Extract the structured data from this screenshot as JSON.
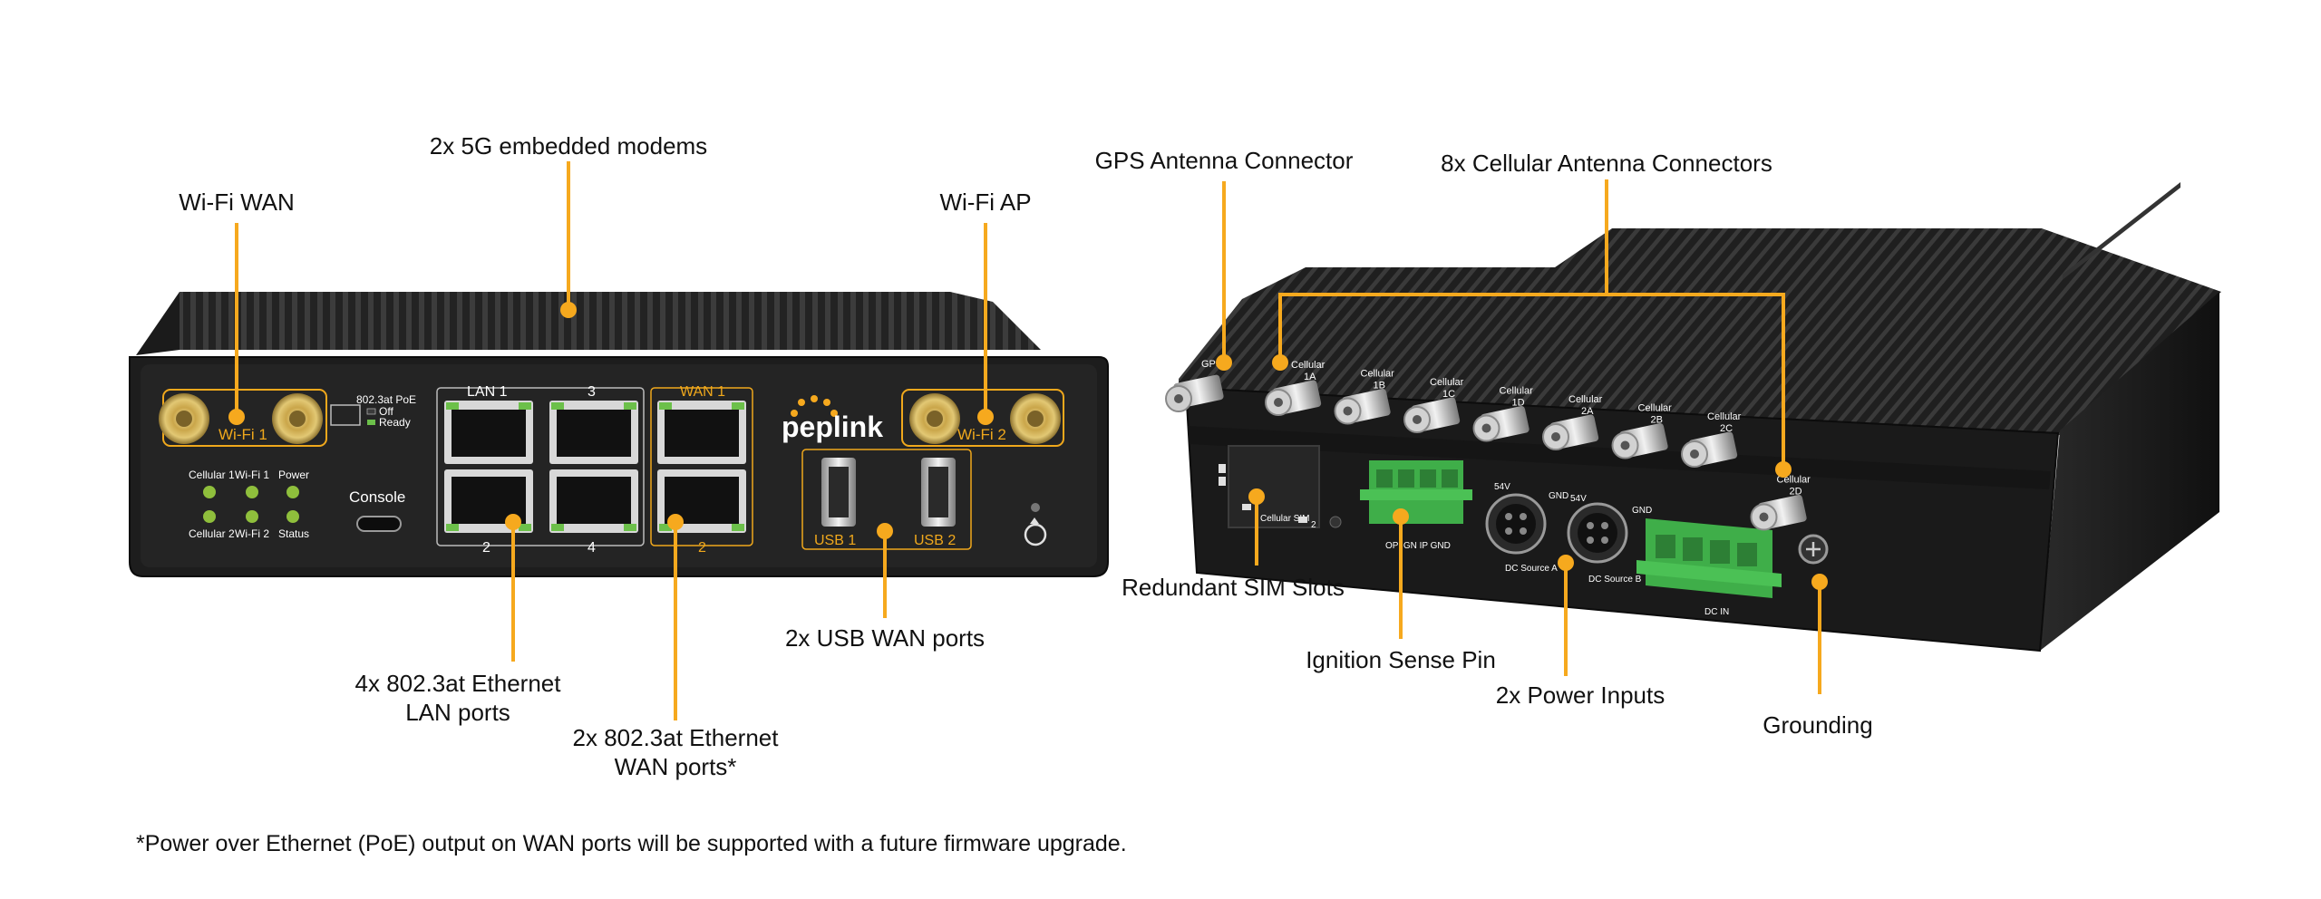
{
  "labels": {
    "modems": "2x 5G embedded modems",
    "wifi_wan": "Wi-Fi WAN",
    "wifi_ap": "Wi-Fi AP",
    "lan_ports_line1": "4x 802.3at Ethernet",
    "lan_ports_line2": "LAN ports",
    "wan_ports_line1": "2x 802.3at Ethernet",
    "wan_ports_line2": "WAN ports*",
    "usb_wan": "2x USB WAN ports",
    "gps": "GPS Antenna Connector",
    "cellular": "8x Cellular Antenna Connectors",
    "sim": "Redundant SIM Slots",
    "ignition": "Ignition Sense Pin",
    "power_inputs": "2x Power Inputs",
    "grounding": "Grounding"
  },
  "footnote": "*Power over Ethernet (PoE) output on WAN ports will be supported with a future firmware upgrade.",
  "front_panel": {
    "brand": "peplink",
    "wifi1": "Wi-Fi 1",
    "wifi2": "Wi-Fi 2",
    "poe_title": "802.3at PoE",
    "poe_off": "Off",
    "poe_ready": "Ready",
    "console": "Console",
    "lan1": "LAN 1",
    "lan2": "2",
    "lan3": "3",
    "lan4": "4",
    "wan1": "WAN 1",
    "wan2": "2",
    "usb1": "USB 1",
    "usb2": "USB 2",
    "led_cellular1": "Cellular 1",
    "led_wifi1": "Wi-Fi 1",
    "led_power": "Power",
    "led_cellular2": "Cellular 2",
    "led_wifi2": "Wi-Fi 2",
    "led_status": "Status"
  },
  "rear_panel": {
    "gps": "GPS",
    "antennas": [
      "Cellular 1A",
      "Cellular 1B",
      "Cellular 1C",
      "Cellular 1D",
      "Cellular 2A",
      "Cellular 2B",
      "Cellular 2C",
      "Cellular 2D"
    ],
    "cellular_sim": "Cellular SIM",
    "sim2": "2",
    "ignition_pins": "OP  IGN  IP  GND",
    "dc_a": "DC Source A",
    "dc_b": "DC Source B",
    "v54_a": "54V",
    "gnd_a": "GND",
    "v54_b": "54V",
    "gnd_b": "GND",
    "dc_in": "DC IN"
  },
  "colors": {
    "accent": "#f6a91e",
    "chassis": "#1c1c1c",
    "connector_green": "#3fae49",
    "gold_label": "#f0a81c"
  }
}
